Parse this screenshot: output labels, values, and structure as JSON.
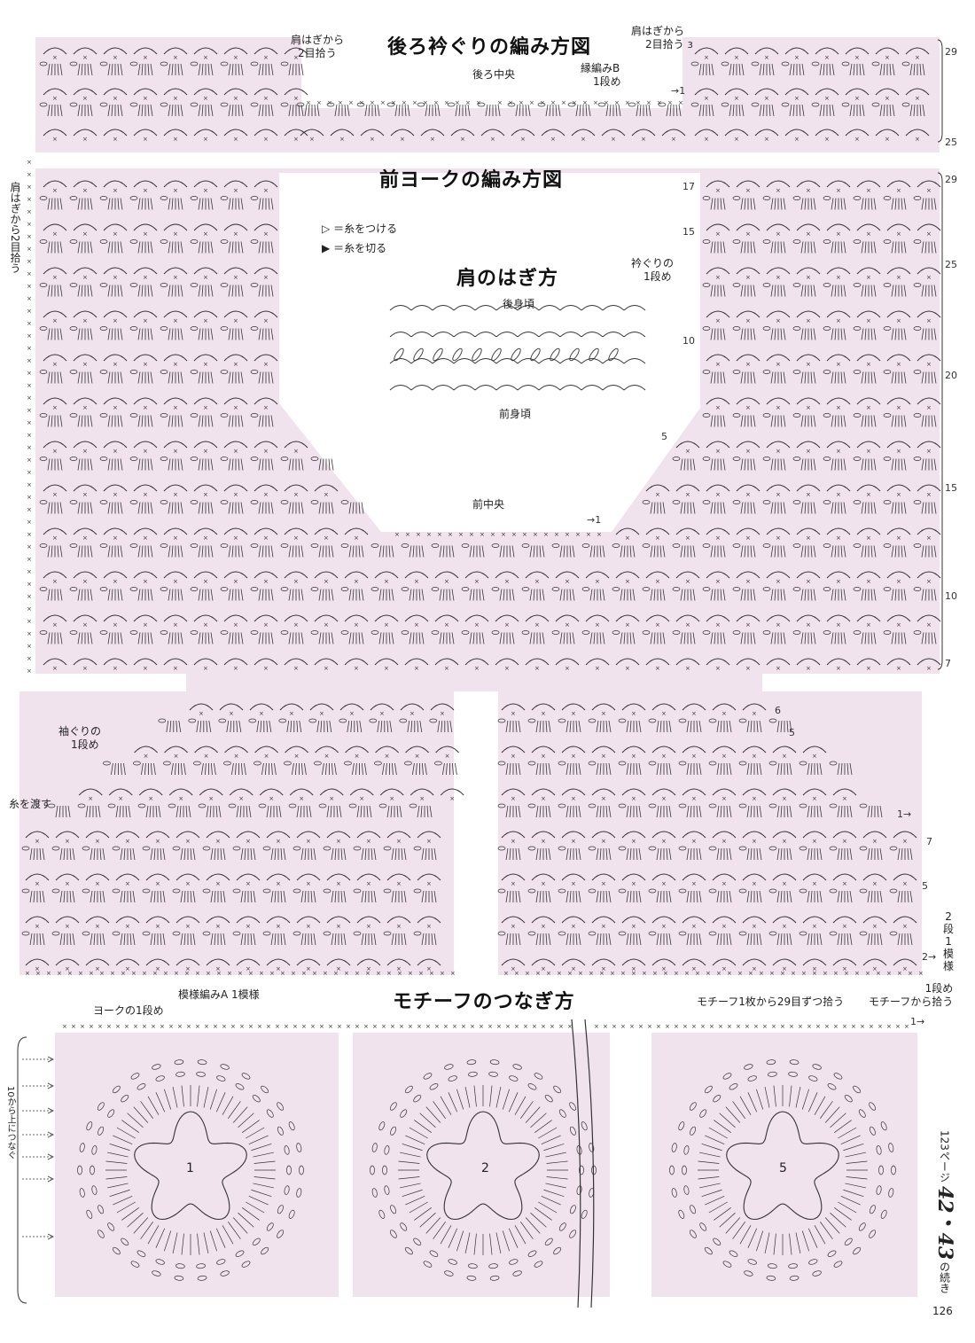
{
  "titles": {
    "back_neck": "後ろ衿ぐりの編み方図",
    "front_yoke": "前ヨークの編み方図",
    "shoulder_join": "肩のはぎ方",
    "motif_join": "モチーフのつなぎ方"
  },
  "labels": {
    "pick_up_top_left_1": "肩はぎから",
    "pick_up_top_left_2": "2目拾う",
    "pick_up_top_right_1": "肩はぎから",
    "pick_up_top_right_2": "2目拾う",
    "pick_up_top_right_num": "3",
    "back_center": "後ろ中央",
    "edge_b_1": "縁編みB",
    "edge_b_2": "1段め",
    "left_vertical": "肩はぎから2目拾う",
    "legend_attach": "＝糸をつける",
    "legend_cut": "＝糸を切る",
    "back_body": "後身頃",
    "front_body": "前身頃",
    "neckline_1": "衿ぐりの",
    "neckline_2": "1段め",
    "front_center": "前中央",
    "armhole_1": "袖ぐりの",
    "armhole_2": "1段め",
    "carry_yarn": "糸を渡す",
    "pattern_a": "模様編みA 1模様",
    "yoke_row1": "ヨークの1段め",
    "pick29": "モチーフ1枚から29目ずつ拾う",
    "row1_a": "1段め",
    "row1_b": "モチーフから拾う",
    "two_rows_1": "2",
    "two_rows_2": "段",
    "two_rows_3": "1",
    "two_rows_4": "模",
    "two_rows_5": "様",
    "join_from_10": "10から上につなぐ",
    "continued_page": "123ページ",
    "continued_nums": "42・43",
    "continued_suffix": "の続き",
    "page_number": "126"
  },
  "row_numbers": {
    "back_right": [
      "29",
      "25"
    ],
    "yoke_right": [
      "29",
      "25",
      "20",
      "15",
      "10",
      "7"
    ],
    "yoke_inner": [
      "17",
      "15",
      "10",
      "5"
    ],
    "lower_right": [
      "6",
      "5",
      "7",
      "5"
    ],
    "arrows": [
      "1→",
      "→1",
      "→1",
      "2→",
      "1→"
    ]
  },
  "motifs": [
    {
      "number": "1"
    },
    {
      "number": "2"
    },
    {
      "number": "5"
    }
  ],
  "colors": {
    "pink_fill": "#f1e3ee",
    "ink": "#222222"
  }
}
